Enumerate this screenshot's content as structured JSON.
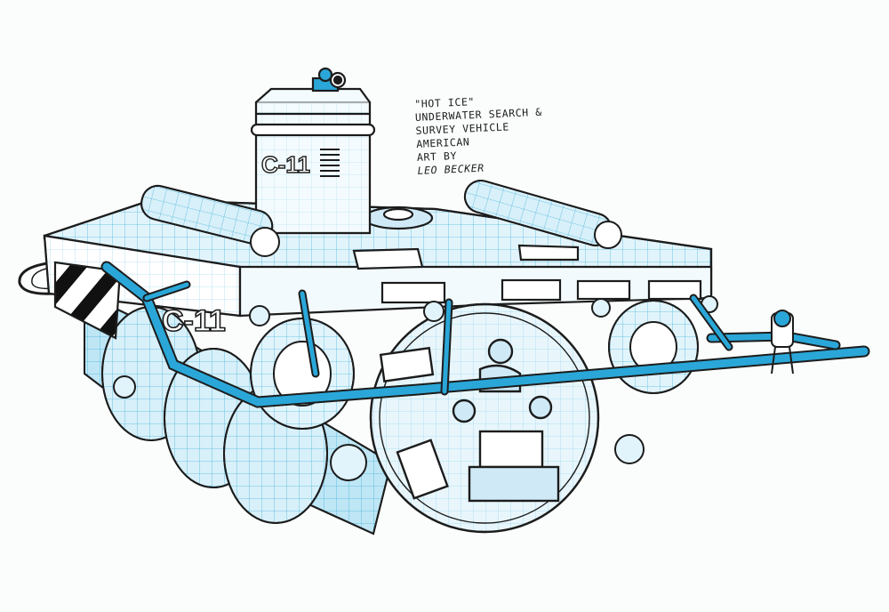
{
  "caption": {
    "lines": [
      "\"HOT ICE\"",
      "UNDERWATER SEARCH &",
      "SURVEY VEHICLE",
      "AMERICAN",
      "ART BY"
    ],
    "signature": "LEO BECKER"
  },
  "vehicle": {
    "markings": {
      "tower": "C-11",
      "hull": "C-11"
    }
  },
  "colors": {
    "ink": "#1c1c1c",
    "cyan": "#2aa7d8",
    "pale_cyan": "#bfe6f5",
    "paper": "#fbfcfc"
  }
}
